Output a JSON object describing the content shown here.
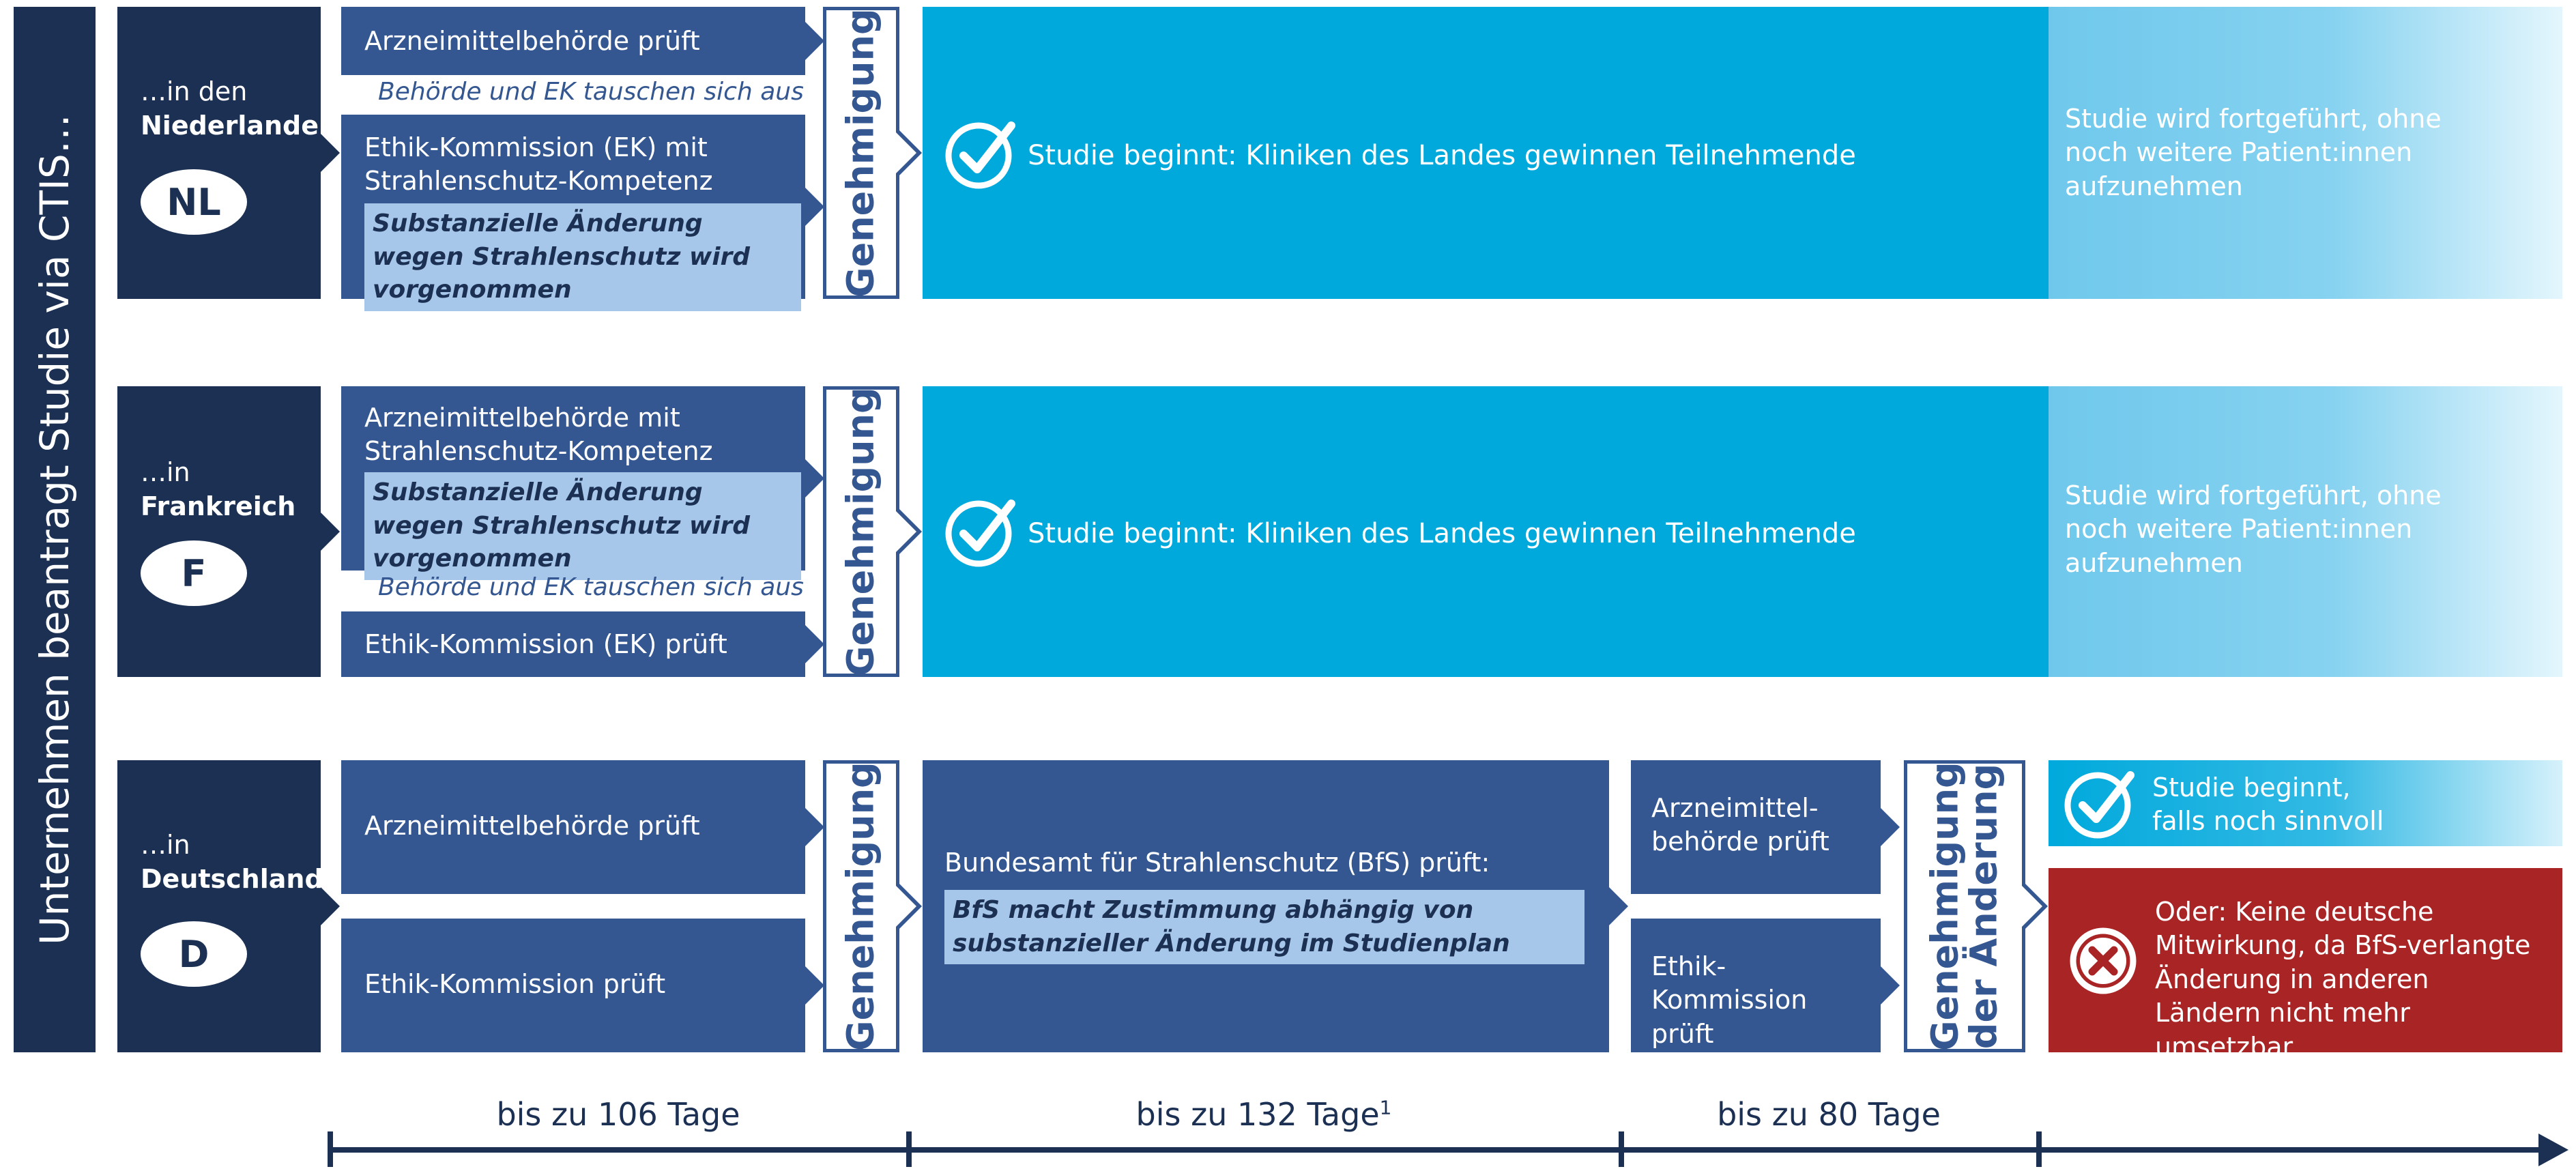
{
  "side_label": "Unternehmen beantragt Studie via CTIS…",
  "countries": [
    {
      "prefix": "…in den",
      "name": "Niederlanden",
      "code": "NL"
    },
    {
      "prefix": "…in",
      "name": "Frankreich",
      "code": "F"
    },
    {
      "prefix": "…in",
      "name": "Deutschland",
      "code": "D"
    }
  ],
  "nl": {
    "authority": "Arzneimittelbehörde prüft",
    "exchange": "Behörde und EK tauschen sich aus",
    "ethics": "Ethik-Kommission (EK) mit Strahlenschutz-Kompetenz prüft:",
    "change": "Substanzielle Änderung wegen Strahlenschutz wird vorgenommen",
    "approval": "Genehmigung",
    "start": "Studie beginnt: Kliniken des Landes gewinnen Teilnehmende",
    "continue": "Studie wird fortgeführt, ohne noch weitere Patient:innen aufzunehmen"
  },
  "fr": {
    "authority": "Arzneimittelbehörde mit Strahlenschutz-Kompetenz prüft:",
    "change": "Substanzielle Änderung wegen Strahlenschutz wird vorgenommen",
    "exchange": "Behörde und EK tauschen sich aus",
    "ethics": "Ethik-Kommission (EK) prüft",
    "approval": "Genehmigung",
    "start": "Studie beginnt: Kliniken des Landes gewinnen Teilnehmende",
    "continue": "Studie wird fortgeführt, ohne noch weitere Patient:innen aufzunehmen"
  },
  "de": {
    "authority": "Arzneimittelbehörde prüft",
    "ethics": "Ethik-Kommission prüft",
    "approval": "Genehmigung",
    "bfs": "Bundesamt für Strahlenschutz (BfS) prüft:",
    "bfs_note": "BfS macht Zustimmung abhängig von substanzieller Änderung im Studienplan",
    "authority2": "Arzneimittel-behörde prüft",
    "ethics2": "Ethik-Kommission prüft",
    "approval2_line1": "Genehmigung",
    "approval2_line2": "der Änderung",
    "start": "Studie beginnt, falls noch sinnvoll",
    "reject": "Oder: Keine deutsche Mitwirkung, da BfS-verlangte Änderung in anderen Ländern nicht mehr umsetzbar"
  },
  "timeline": {
    "d1": "bis zu 106 Tage",
    "d2": "bis zu 132 Tage",
    "d2_sup": "1",
    "d3": "bis zu 80 Tage"
  },
  "icons": [
    "check-circle-icon",
    "x-circle-icon"
  ],
  "colors": {
    "dark": "#1b3052",
    "mid": "#345791",
    "cyan": "#00a9dc",
    "light": "#a7c7ea",
    "red": "#a92425"
  }
}
